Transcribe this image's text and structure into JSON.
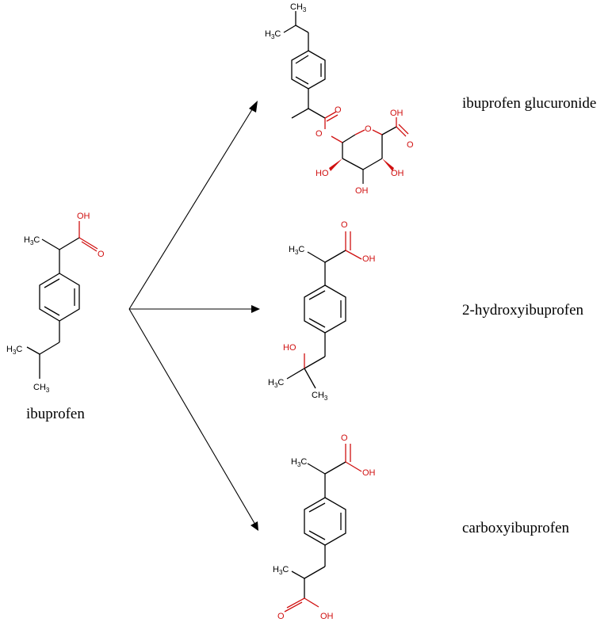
{
  "colors": {
    "bond": "#000000",
    "heteroatom": "#d01010",
    "background": "#ffffff"
  },
  "labels": {
    "parent": "ibuprofen",
    "metabolite_1": "ibuprofen glucuronide",
    "metabolite_2": "2-hydroxyibuprofen",
    "metabolite_3": "carboxyibuprofen"
  },
  "atoms": {
    "oh": "OH",
    "ho": "HO",
    "o": "O",
    "h3c": "H",
    "h3c_sub": "3",
    "h3c_c": "C",
    "ch3": "CH",
    "ch3_sub": "3"
  }
}
